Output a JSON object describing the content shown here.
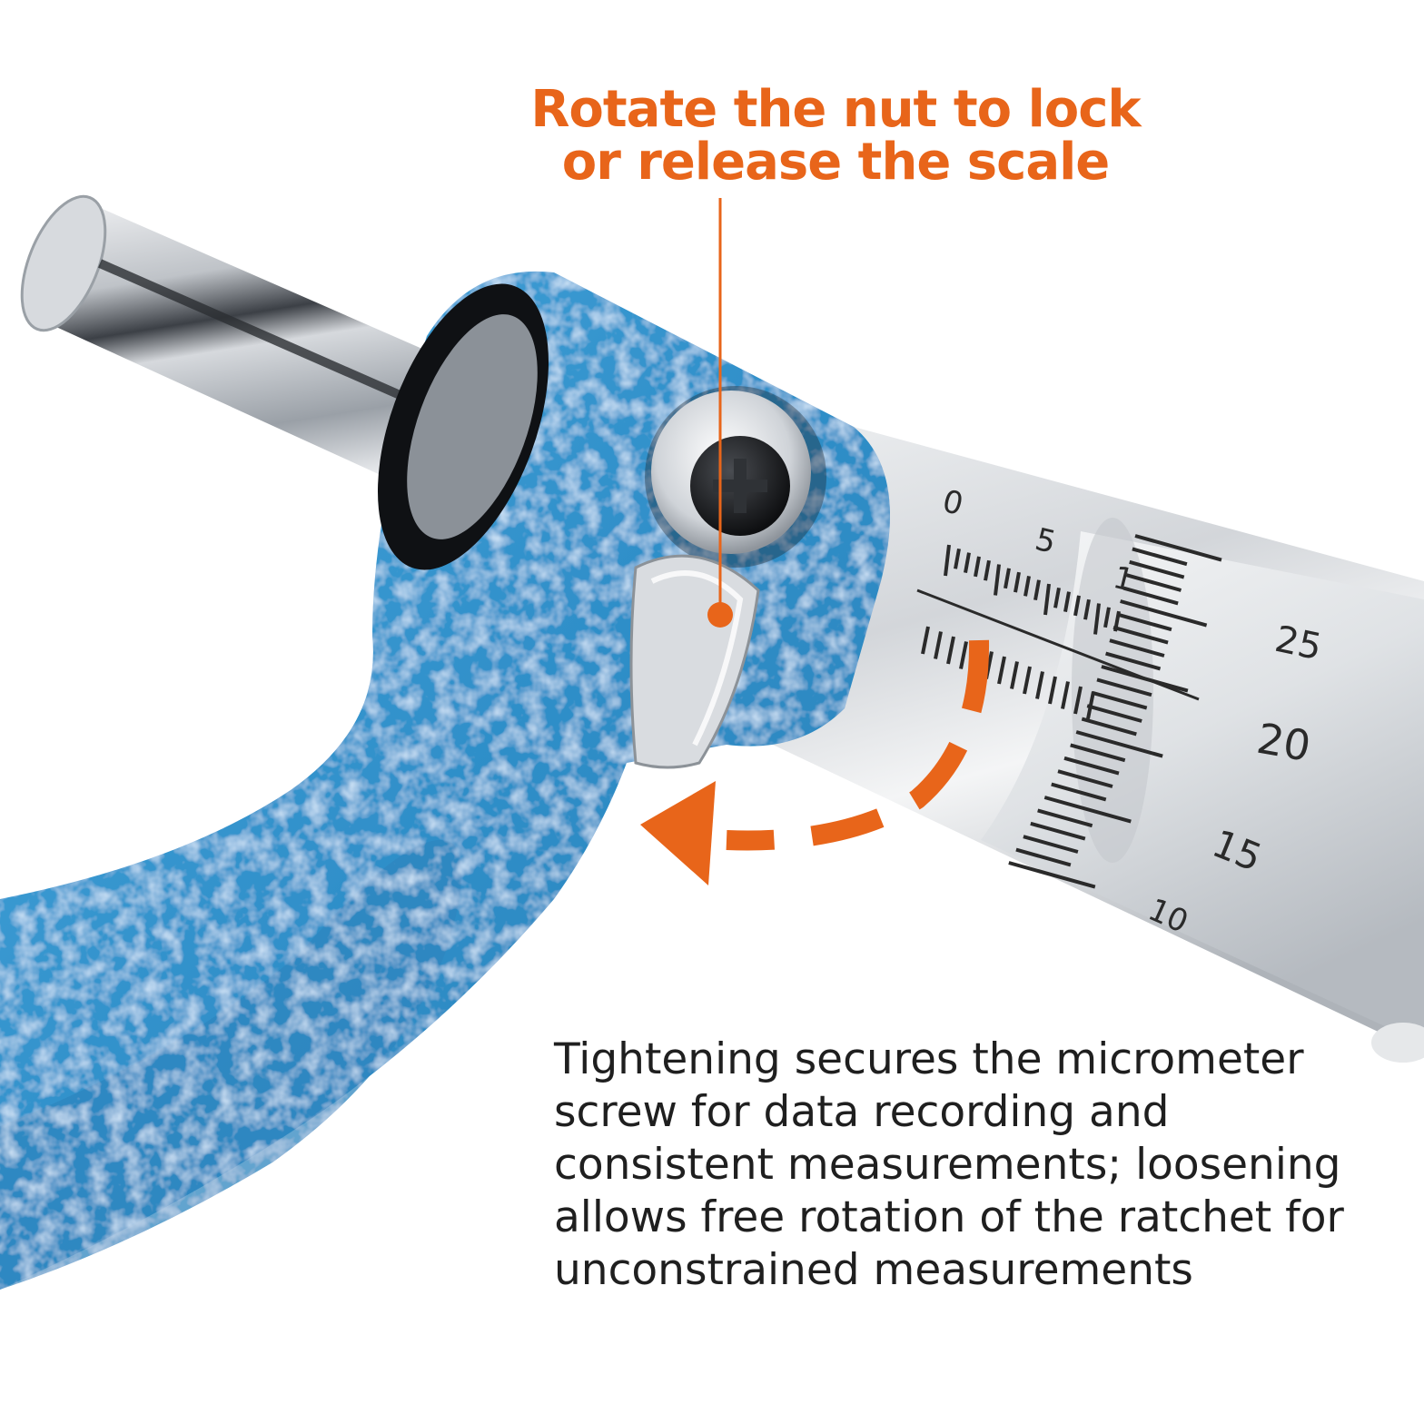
{
  "headline": {
    "line1": "Rotate the nut to lock",
    "line2": "or release the scale"
  },
  "description": "Tightening secures the micrometer screw for data recording and consistent measurements; loosening allows free rotation of the ratchet for unconstrained measurements",
  "scale": {
    "sleeve_labels": [
      "0",
      "5",
      "1"
    ],
    "thimble_labels": [
      "25",
      "20",
      "15",
      "10"
    ]
  },
  "colors": {
    "accent": "#e8651a",
    "frame": "#2f8fc9",
    "metal": "#c9ccd1"
  }
}
